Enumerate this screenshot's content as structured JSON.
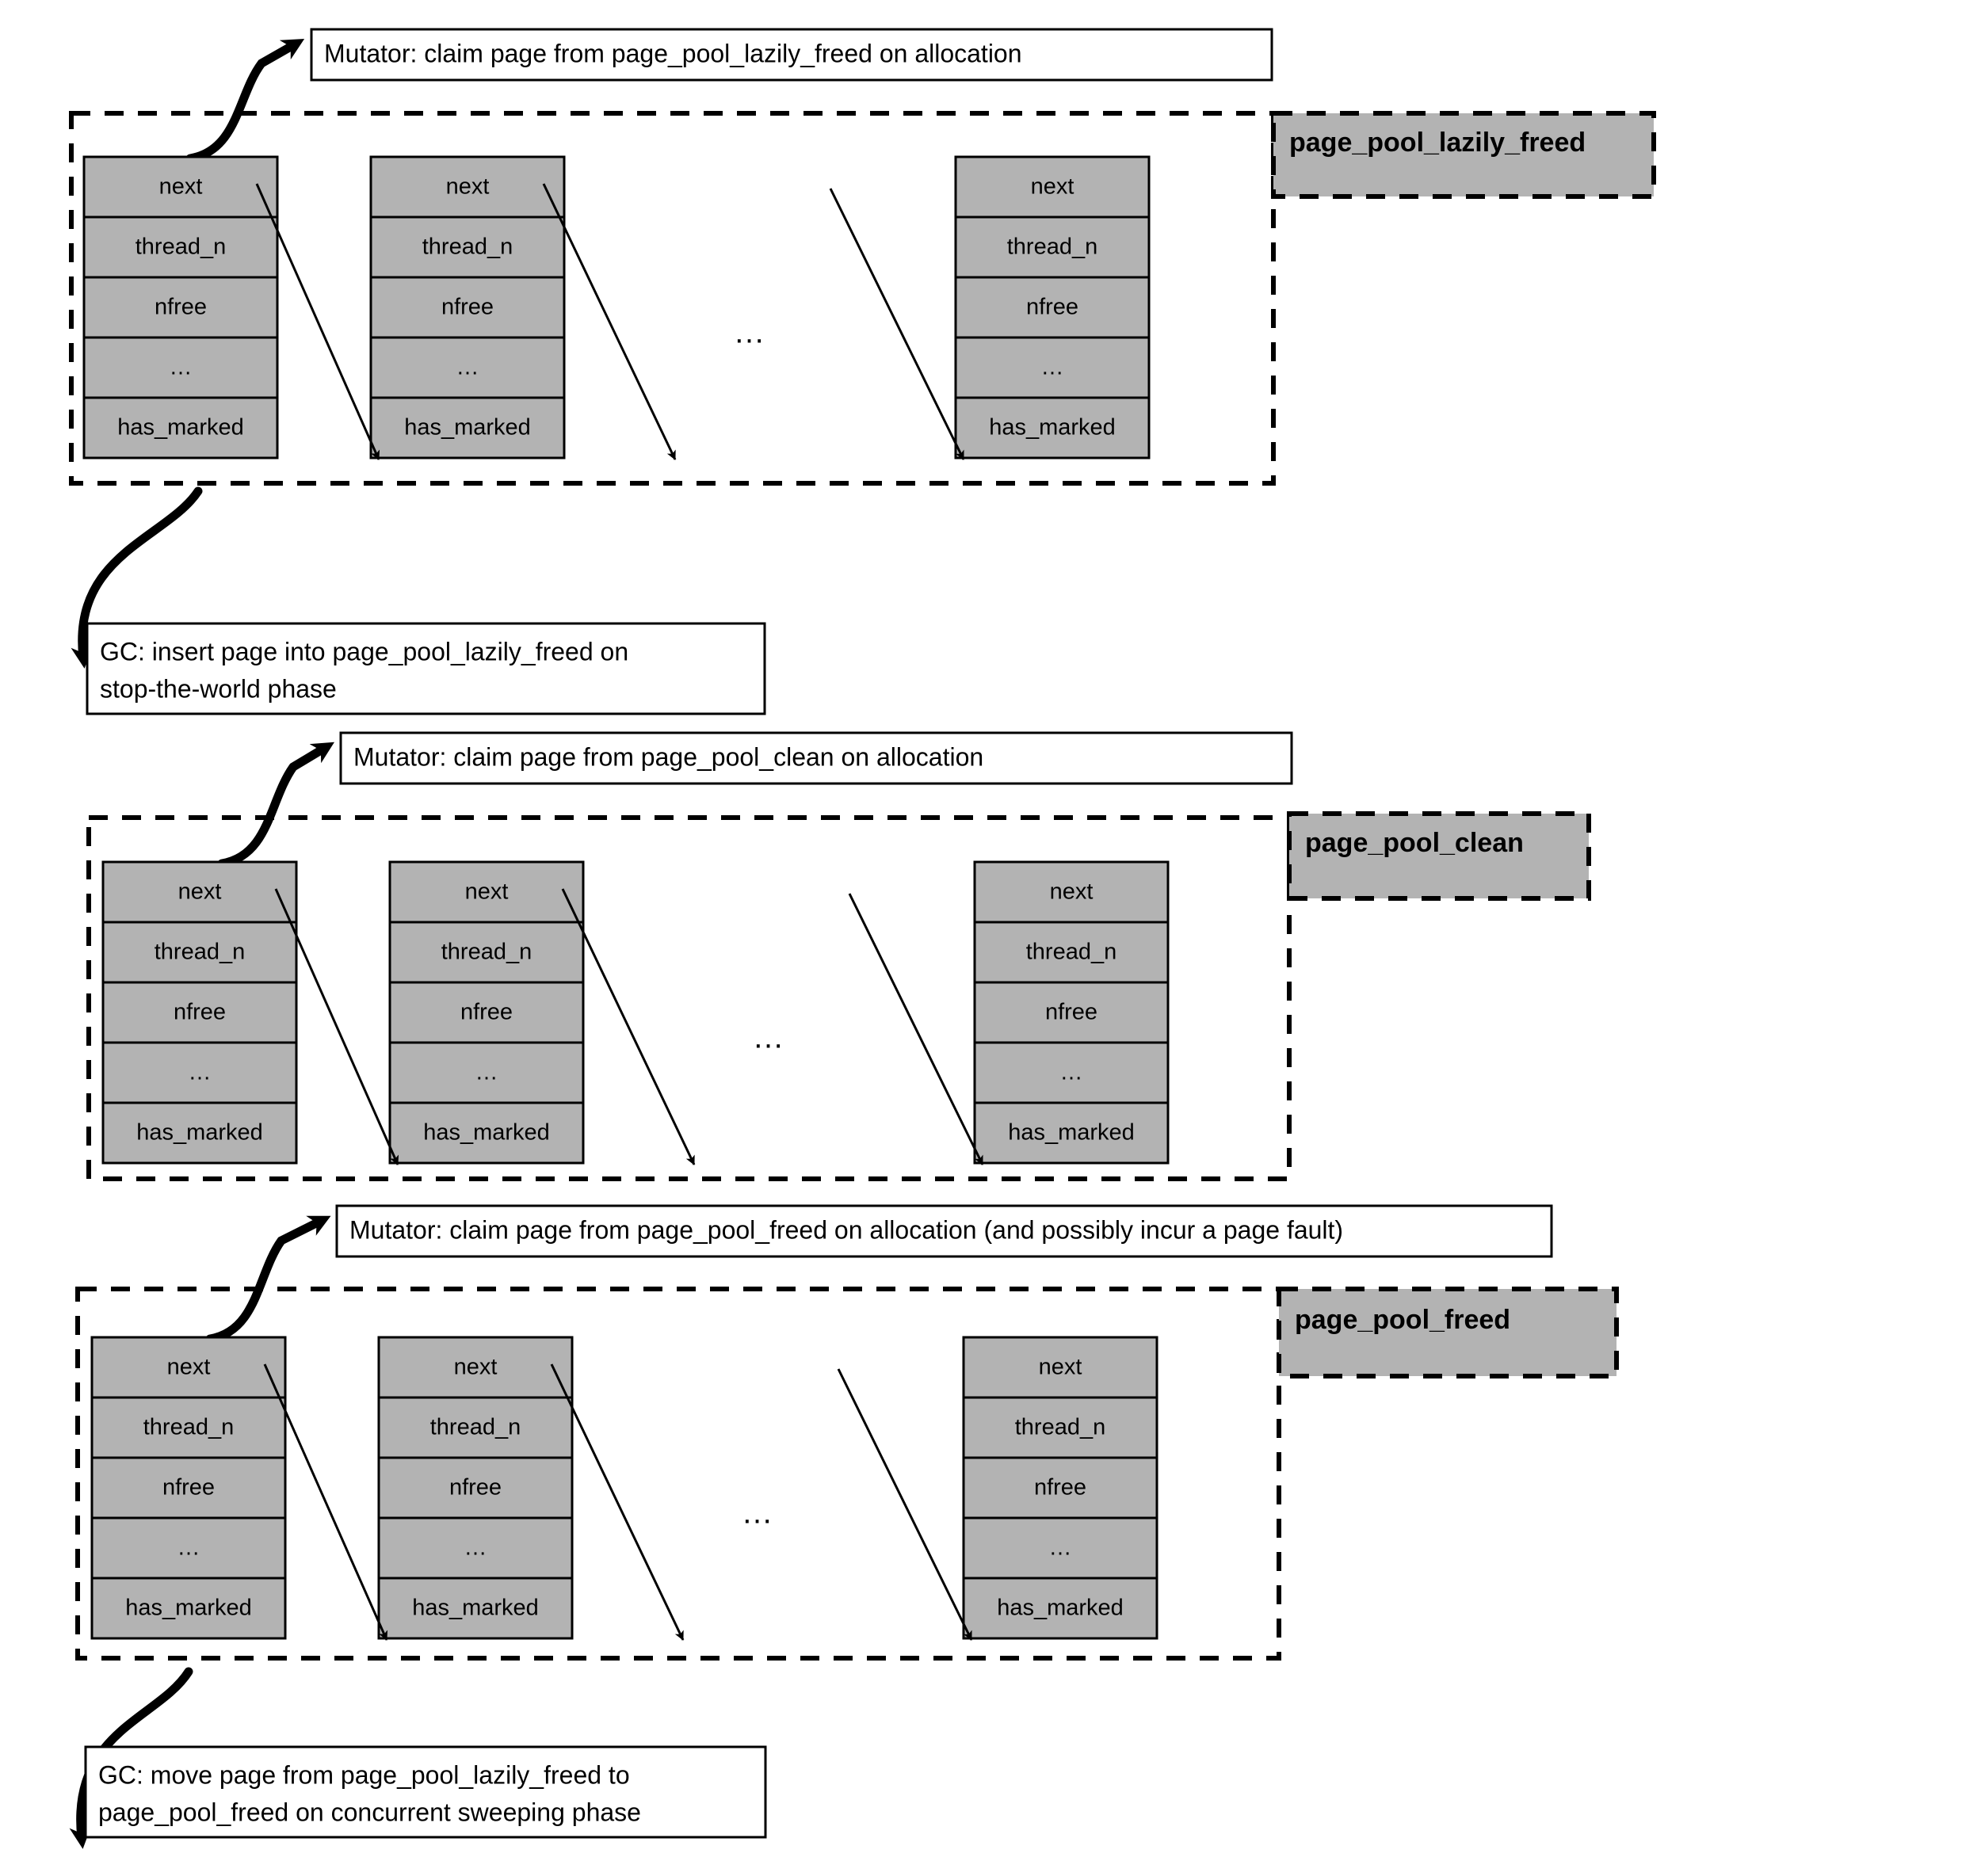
{
  "colors": {
    "page_fill": "#b3b3b3",
    "stroke": "#000000",
    "background": "#ffffff",
    "label_fill": "#b3b3b3"
  },
  "page_fields": [
    "next",
    "thread_n",
    "nfree",
    "…",
    "has_marked"
  ],
  "ellipsis": "…",
  "sections": [
    {
      "id": "lazily-freed",
      "pool_label": "page_pool_lazily_freed",
      "mutator_callout": "Mutator: claim page from page_pool_lazily_freed on allocation",
      "gc_callout_lines": [
        "GC: insert page into page_pool_lazily_freed on",
        "stop-the-world phase"
      ],
      "pages": [
        {
          "fields": [
            "next",
            "thread_n",
            "nfree",
            "…",
            "has_marked"
          ]
        },
        {
          "fields": [
            "next",
            "thread_n",
            "nfree",
            "…",
            "has_marked"
          ]
        },
        {
          "fields": [
            "next",
            "thread_n",
            "nfree",
            "…",
            "has_marked"
          ]
        }
      ]
    },
    {
      "id": "clean",
      "pool_label": "page_pool_clean",
      "mutator_callout": "Mutator: claim page from page_pool_clean on allocation",
      "gc_callout_lines": [],
      "pages": [
        {
          "fields": [
            "next",
            "thread_n",
            "nfree",
            "…",
            "has_marked"
          ]
        },
        {
          "fields": [
            "next",
            "thread_n",
            "nfree",
            "…",
            "has_marked"
          ]
        },
        {
          "fields": [
            "next",
            "thread_n",
            "nfree",
            "…",
            "has_marked"
          ]
        }
      ]
    },
    {
      "id": "freed",
      "pool_label": "page_pool_freed",
      "mutator_callout": "Mutator: claim page from page_pool_freed on allocation (and possibly incur a page fault)",
      "gc_callout_lines": [
        "GC: move page from page_pool_lazily_freed to",
        "page_pool_freed on concurrent sweeping phase"
      ],
      "pages": [
        {
          "fields": [
            "next",
            "thread_n",
            "nfree",
            "…",
            "has_marked"
          ]
        },
        {
          "fields": [
            "next",
            "thread_n",
            "nfree",
            "…",
            "has_marked"
          ]
        },
        {
          "fields": [
            "next",
            "thread_n",
            "nfree",
            "…",
            "has_marked"
          ]
        }
      ]
    }
  ]
}
